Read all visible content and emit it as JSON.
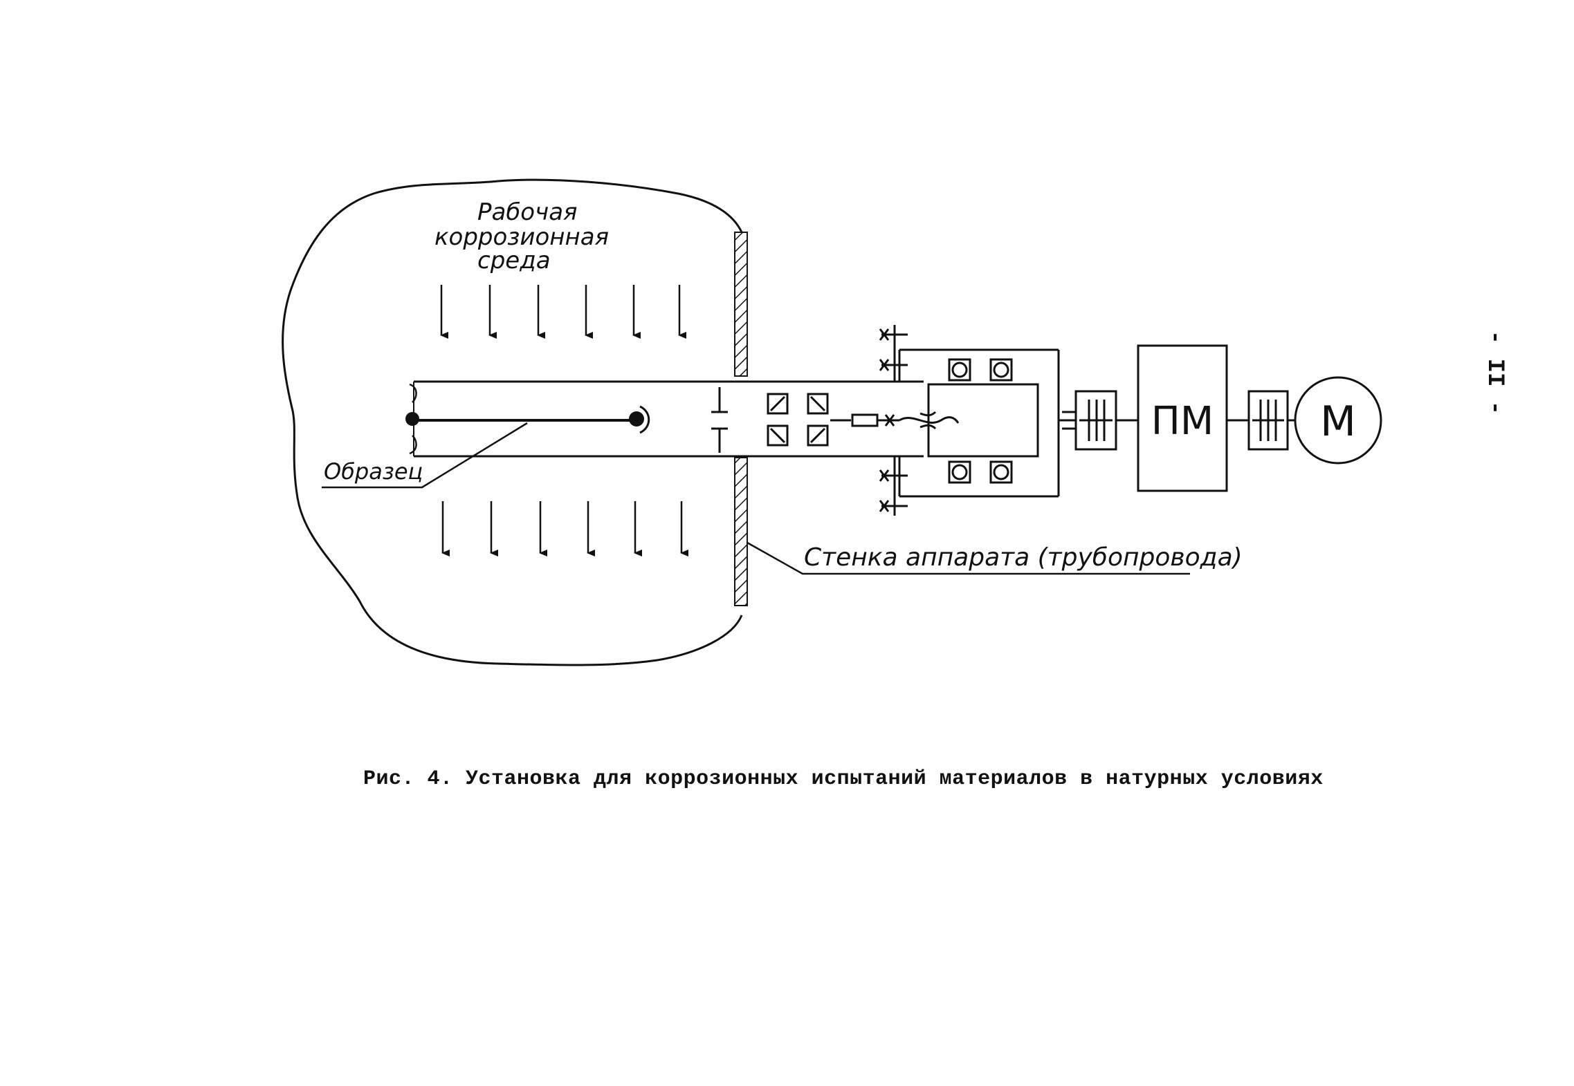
{
  "diagram": {
    "labels": {
      "environment_line1": "Рабочая",
      "environment_line2": "коррозионная",
      "environment_line3": "среда",
      "specimen": "Образец",
      "wall": "Стенка аппарата (трубопровода)",
      "gearbox": "ПМ",
      "motor": "М"
    }
  },
  "caption": "Рис. 4. Установка для коррозионных испытаний материалов в натурных условиях",
  "page_number": "- II -"
}
